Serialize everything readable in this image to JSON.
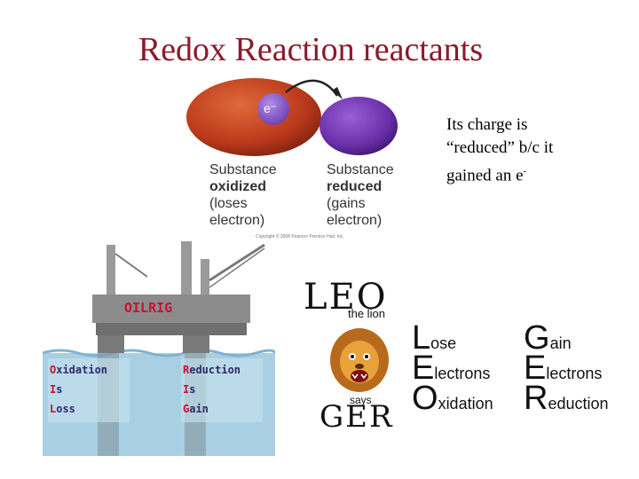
{
  "slide": {
    "title": "Redox Reaction reactants"
  },
  "redox_figure": {
    "electron_label": "e⁻",
    "left_label": {
      "line1": "Substance",
      "line2": "oxidized",
      "line3": "(loses",
      "line4": "electron)"
    },
    "right_label": {
      "line1": "Substance",
      "line2": "reduced",
      "line3": "(gains",
      "line4": "electron)"
    },
    "copyright": "Copyright © 2008 Pearson Prentice Hall, Inc.",
    "colors": {
      "oxidized": "#c2401c",
      "reduced": "#6a2fa8",
      "arrow": "#222222"
    }
  },
  "note": {
    "line1": "Its charge is",
    "line2": " “reduced” b/c it",
    "line3": "gained an e",
    "superscript": "-"
  },
  "oil_rig": {
    "label": "OILRIG",
    "left": [
      {
        "initial": "O",
        "rest": "xidation"
      },
      {
        "initial": "I",
        "rest": "s"
      },
      {
        "initial": "L",
        "rest": "oss"
      }
    ],
    "right": [
      {
        "initial": "R",
        "rest": "eduction"
      },
      {
        "initial": "I",
        "rest": "s"
      },
      {
        "initial": "G",
        "rest": "ain"
      }
    ],
    "colors": {
      "water": "#a9cfe3",
      "platform": "#8c8c8c",
      "label": "#c8102e"
    }
  },
  "leo_ger": {
    "leo": "LEO",
    "the_lion": "the lion",
    "says": "says",
    "ger": "GER",
    "left_column": [
      {
        "big": "L",
        "rest": "ose"
      },
      {
        "big": "E",
        "rest": "lectrons"
      },
      {
        "big": "O",
        "rest": "xidation"
      }
    ],
    "right_column": [
      {
        "big": "G",
        "rest": "ain"
      },
      {
        "big": "E",
        "rest": "lectrons"
      },
      {
        "big": "R",
        "rest": "eduction"
      }
    ]
  }
}
